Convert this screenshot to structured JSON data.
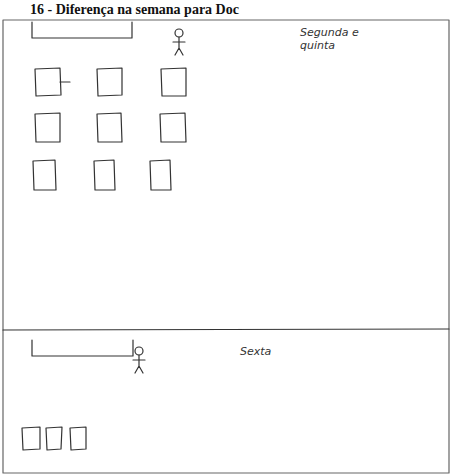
{
  "diagram": {
    "title": "16 - Diferença na semana para Doc",
    "labels": [
      "Segunda e quinta",
      "Sexta"
    ]
  }
}
